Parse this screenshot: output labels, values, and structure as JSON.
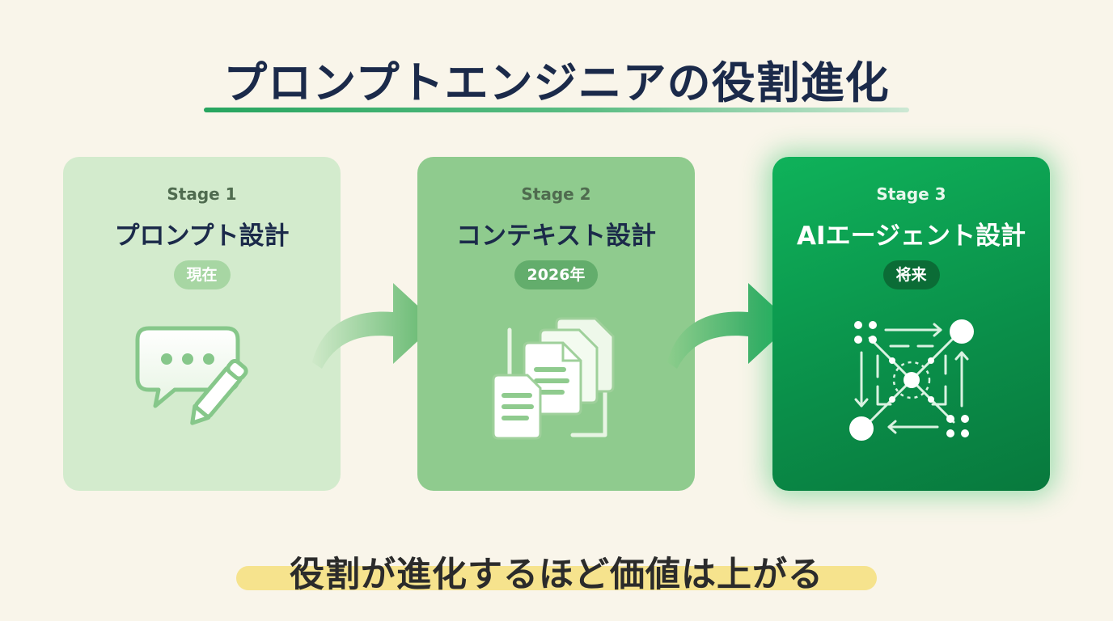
{
  "title": "プロンプトエンジニアの役割進化",
  "stages": [
    {
      "stage_label": "Stage 1",
      "title": "プロンプト設計",
      "badge": "現在",
      "icon": "chat-pencil-icon"
    },
    {
      "stage_label": "Stage 2",
      "title": "コンテキスト設計",
      "badge": "2026年",
      "icon": "documents-icon"
    },
    {
      "stage_label": "Stage 3",
      "title": "AIエージェント設計",
      "badge": "将来",
      "icon": "agent-network-icon"
    }
  ],
  "footer": "役割が進化するほど価値は上がる",
  "colors": {
    "background": "#f9f5ea",
    "title": "#1b2a4a",
    "stage1": "#d3ebcd",
    "stage2": "#8fcb8e",
    "stage3": "#0a8e49",
    "highlight": "#f6e38d"
  }
}
